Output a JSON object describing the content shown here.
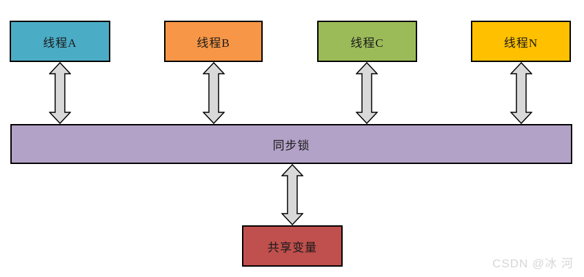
{
  "diagram": {
    "thread_nodes": [
      {
        "label": "线程A",
        "color": "#4BACC6"
      },
      {
        "label": "线程B",
        "color": "#F79646"
      },
      {
        "label": "线程C",
        "color": "#9BBB59"
      },
      {
        "label": "线程N",
        "color": "#FFC000"
      }
    ],
    "lock_node": {
      "label": "同步锁",
      "color": "#B3A2C7"
    },
    "shared_node": {
      "label": "共享变量",
      "color": "#C0504D"
    },
    "arrow_style": {
      "fill": "#D9D9D9",
      "stroke": "#000000"
    },
    "border_color": "#000000"
  },
  "watermark": {
    "text": "CSDN @冰 河",
    "color": "#D6D6D6"
  }
}
